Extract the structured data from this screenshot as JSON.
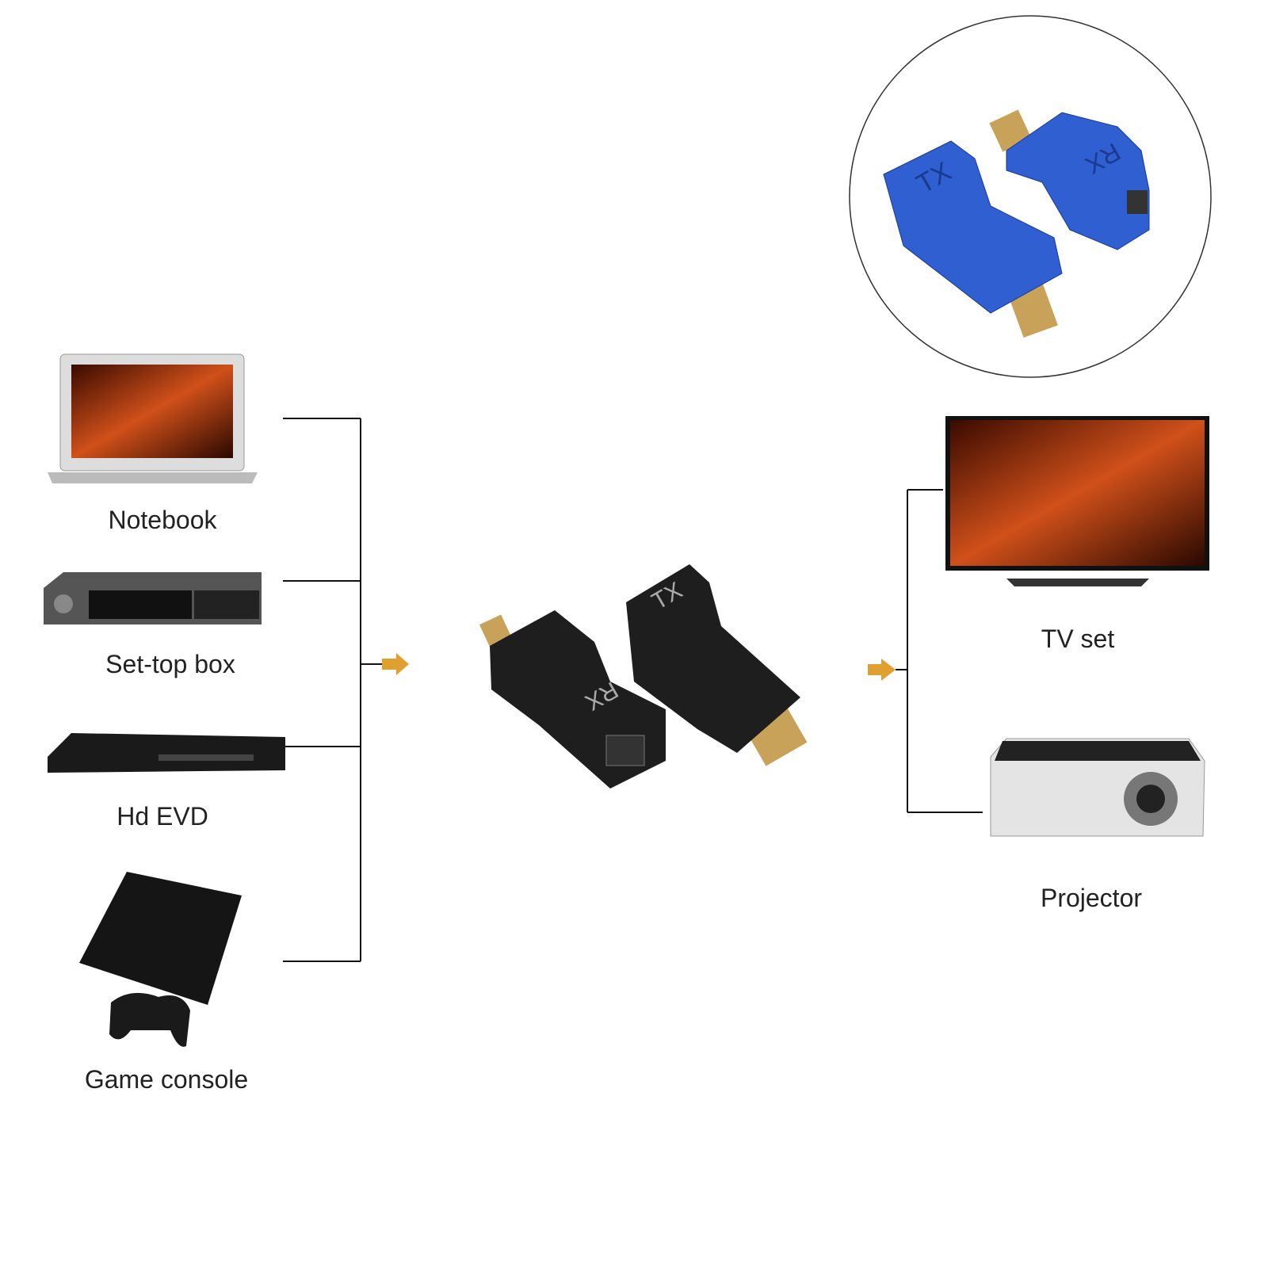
{
  "sources": [
    {
      "label": "Notebook",
      "icon": "laptop-icon"
    },
    {
      "label": "Set-top box",
      "icon": "set-top-box-icon"
    },
    {
      "label": "Hd EVD",
      "icon": "dvd-player-icon"
    },
    {
      "label": "Game console",
      "icon": "game-console-icon"
    }
  ],
  "extender": {
    "transmitter_label": "TX",
    "receiver_label": "RX"
  },
  "inset": {
    "transmitter_label": "TX",
    "receiver_label": "RX",
    "color": "#2f5fd0"
  },
  "outputs": [
    {
      "label": "TV set",
      "icon": "tv-icon"
    },
    {
      "label": "Projector",
      "icon": "projector-icon"
    }
  ],
  "colors": {
    "arrow": "#e0a030",
    "lines": "#111111",
    "adapter": "#1e1e1e"
  }
}
